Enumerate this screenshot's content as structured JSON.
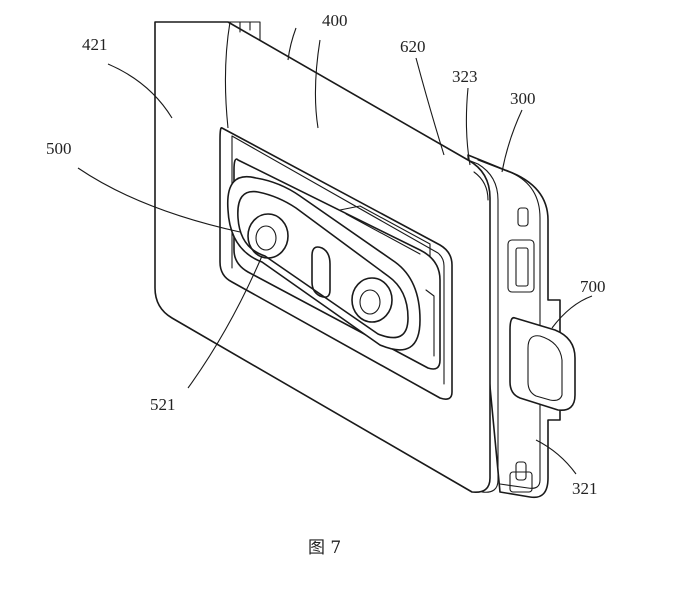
{
  "figure": {
    "caption": "图 7",
    "labels": {
      "l421": "421",
      "l400": "400",
      "l620": "620",
      "l323": "323",
      "l300": "300",
      "l500": "500",
      "l700": "700",
      "l521": "521",
      "l321": "321"
    }
  }
}
